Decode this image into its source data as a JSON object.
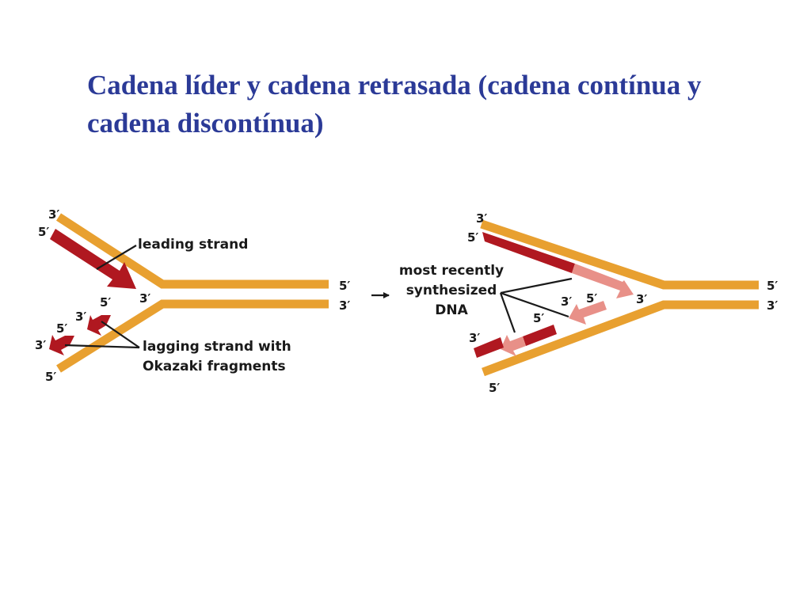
{
  "title": {
    "line1": "Cadena líder y cadena retrasada (cadena contínua y",
    "line2": "cadena discontínua)"
  },
  "left_fork": {
    "leading_label": "leading strand",
    "lagging_label_1": "lagging strand with",
    "lagging_label_2": "Okazaki fragments",
    "ends": {
      "top_3": "3′",
      "top_5": "5′",
      "fork_3": "3′",
      "right_top_5": "5′",
      "right_bottom_3": "3′",
      "frag1_5": "5′",
      "frag1_3": "3′",
      "frag2_5": "5′",
      "frag2_3": "3′",
      "bottom_5": "5′"
    }
  },
  "right_fork": {
    "label_1": "most recently",
    "label_2": "synthesized",
    "label_3": "DNA",
    "ends": {
      "top_3": "3′",
      "top_5": "5′",
      "fork_3": "3′",
      "inner_3": "3′",
      "inner_5": "5′",
      "mid_5": "5′",
      "left_3": "3′",
      "bottom_5": "5′",
      "right_top_5": "5′",
      "right_bottom_3": "3′"
    }
  },
  "colors": {
    "template_strand": "#e8a030",
    "new_strand": "#b01820",
    "recent_strand": "#e89088",
    "title": "#2b3a97"
  }
}
